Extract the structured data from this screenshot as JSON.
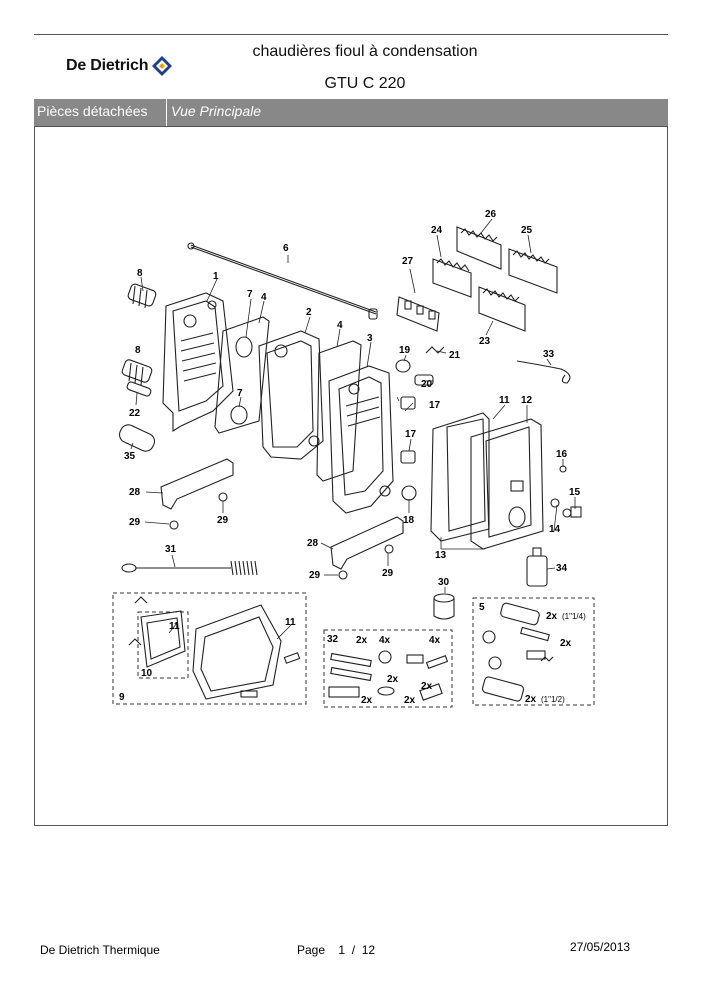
{
  "header": {
    "brand": "De Dietrich",
    "title": "chaudières fioul à condensation",
    "model": "GTU C 220",
    "brand_color": "#1b3f8f",
    "accent_color": "#f0a000"
  },
  "tabs": {
    "section": "Pièces détachées",
    "view": "Vue Principale"
  },
  "diagram": {
    "part_labels": [
      "1",
      "2",
      "3",
      "4",
      "4",
      "5",
      "6",
      "7",
      "7",
      "8",
      "8",
      "9",
      "10",
      "11",
      "11",
      "11",
      "12",
      "13",
      "14",
      "15",
      "16",
      "17",
      "17",
      "18",
      "19",
      "20",
      "21",
      "22",
      "23",
      "24",
      "25",
      "26",
      "27",
      "28",
      "28",
      "29",
      "29",
      "29",
      "29",
      "30",
      "31",
      "32",
      "33",
      "34",
      "35"
    ],
    "quantity_labels": [
      "2x",
      "4x",
      "4x",
      "2x",
      "2x",
      "2x",
      "2x",
      "2x",
      "2x",
      "2x"
    ],
    "thread_labels": [
      "(1\"1/4)",
      "(1\"1/2)"
    ]
  },
  "footer": {
    "company": "De Dietrich Thermique",
    "page_label": "Page",
    "page_current": "1",
    "page_sep": "/",
    "page_total": "12",
    "date": "27/05/2013"
  }
}
